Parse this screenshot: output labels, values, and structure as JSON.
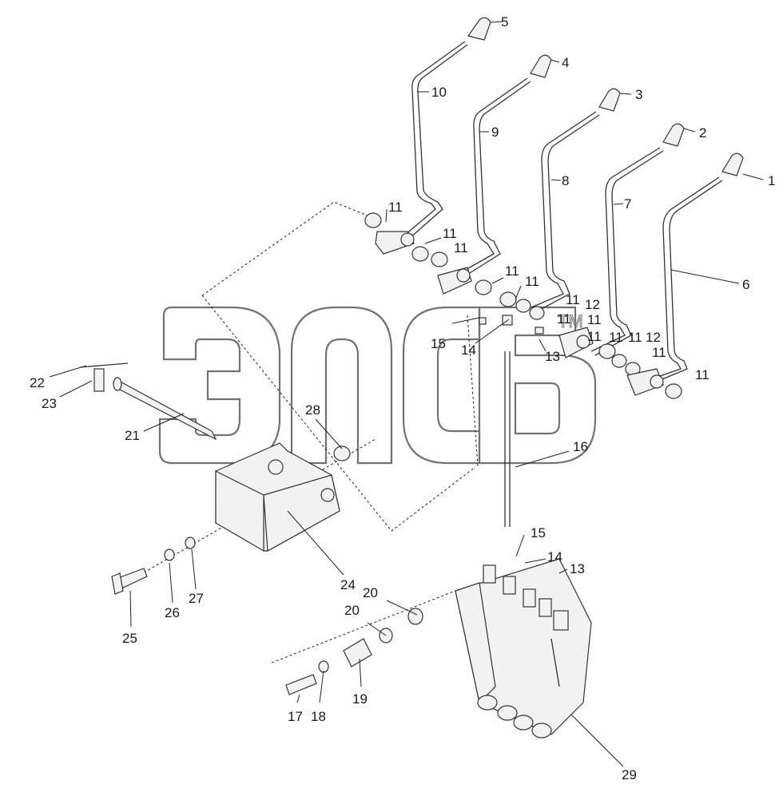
{
  "watermark": {
    "text": "элсб",
    "tm": "TM"
  },
  "callouts": [
    "1",
    "2",
    "3",
    "4",
    "5",
    "6",
    "7",
    "8",
    "9",
    "10",
    "11",
    "11",
    "11",
    "11",
    "11",
    "11",
    "11",
    "11",
    "11",
    "11",
    "11",
    "11",
    "11",
    "12",
    "12",
    "13",
    "13",
    "14",
    "14",
    "15",
    "15",
    "16",
    "17",
    "18",
    "19",
    "20",
    "20",
    "21",
    "22",
    "23",
    "24",
    "25",
    "26",
    "27",
    "28",
    "29"
  ],
  "icons": [
    "lever-knob-icon",
    "lever-rod-icon",
    "bushing-icon",
    "bracket-icon",
    "valve-block-icon",
    "bolt-icon",
    "washer-icon",
    "nut-icon",
    "shaft-icon",
    "link-rod-icon"
  ]
}
